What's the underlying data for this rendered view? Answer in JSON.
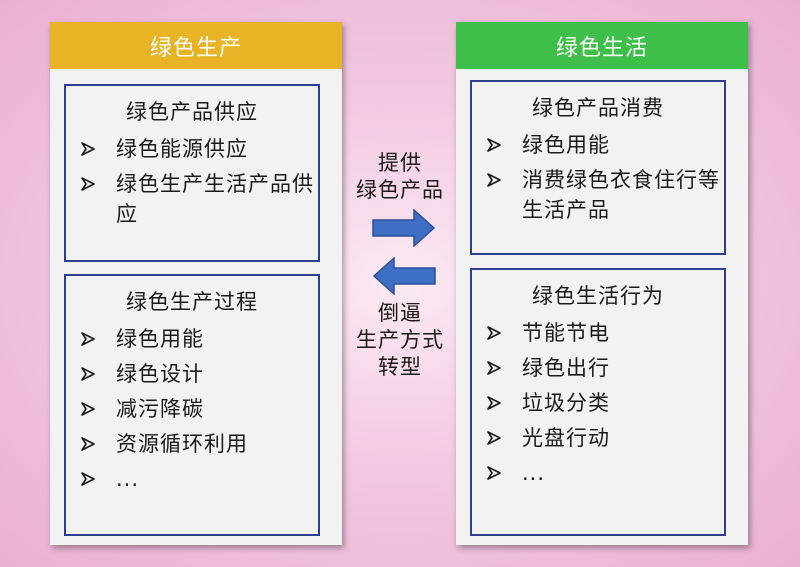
{
  "left_panel": {
    "header": "绿色生产",
    "box1": {
      "title": "绿色产品供应",
      "items": [
        "绿色能源供应",
        "绿色生产生活产品供应"
      ]
    },
    "box2": {
      "title": "绿色生产过程",
      "items": [
        "绿色用能",
        "绿色设计",
        "减污降碳",
        "资源循环利用",
        "..."
      ]
    }
  },
  "right_panel": {
    "header": "绿色生活",
    "box1": {
      "title": "绿色产品消费",
      "items": [
        "绿色用能",
        "消费绿色衣食住行等生活产品"
      ]
    },
    "box2": {
      "title": "绿色生活行为",
      "items": [
        "节能节电",
        "绿色出行",
        "垃圾分类",
        "光盘行动",
        "..."
      ]
    }
  },
  "middle": {
    "top_label_line1": "提供",
    "top_label_line2": "绿色产品",
    "bottom_label_line1": "倒逼",
    "bottom_label_line2": "生产方式",
    "bottom_label_line3": "转型"
  },
  "colors": {
    "left_header": "#e8b325",
    "right_header": "#3dbf4a",
    "box_border": "#2c3e8c",
    "arrow": "#3f6fc4"
  }
}
